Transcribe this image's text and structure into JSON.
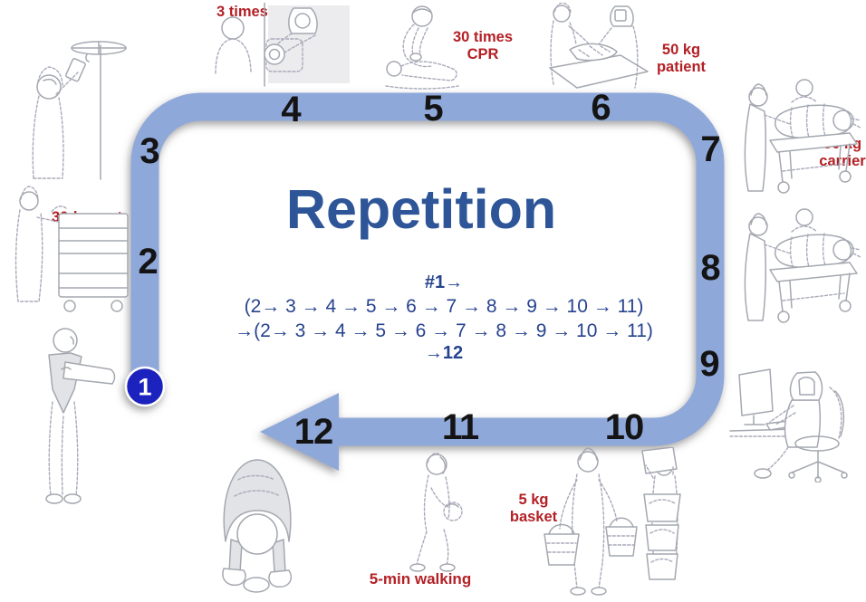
{
  "title": "Repetition",
  "sequence": {
    "start_bold": "#1",
    "start_arrow": "→",
    "cycle1": "(2→ 3 → 4 → 5 → 6 → 7 → 8 → 9 → 10 → 11)",
    "cycle2": "→(2→ 3 → 4 → 5 → 6 → 7 → 8 → 9 → 10 → 11)",
    "end_arrow": "→",
    "end_bold": "12"
  },
  "steps": [
    "1",
    "2",
    "3",
    "4",
    "5",
    "6",
    "7",
    "8",
    "9",
    "10",
    "11",
    "12"
  ],
  "labels": {
    "times3": "3 times",
    "cpr1": "30 times",
    "cpr2": "CPR",
    "patient1": "50 kg",
    "patient2": "patient",
    "carrier1": "50 kg",
    "carrier2": "carrier",
    "cart": "30-kg cart",
    "basket1": "5 kg",
    "basket2": "basket",
    "walking": "5-min walking"
  },
  "colors": {
    "band": "#8fa8da",
    "band_shadow": "#6f6f6f",
    "marker_blue": "#1c23bd",
    "title_blue": "#2d5597",
    "sequence_blue": "#27438f",
    "label_red": "#b32025",
    "number_black": "#141414"
  }
}
